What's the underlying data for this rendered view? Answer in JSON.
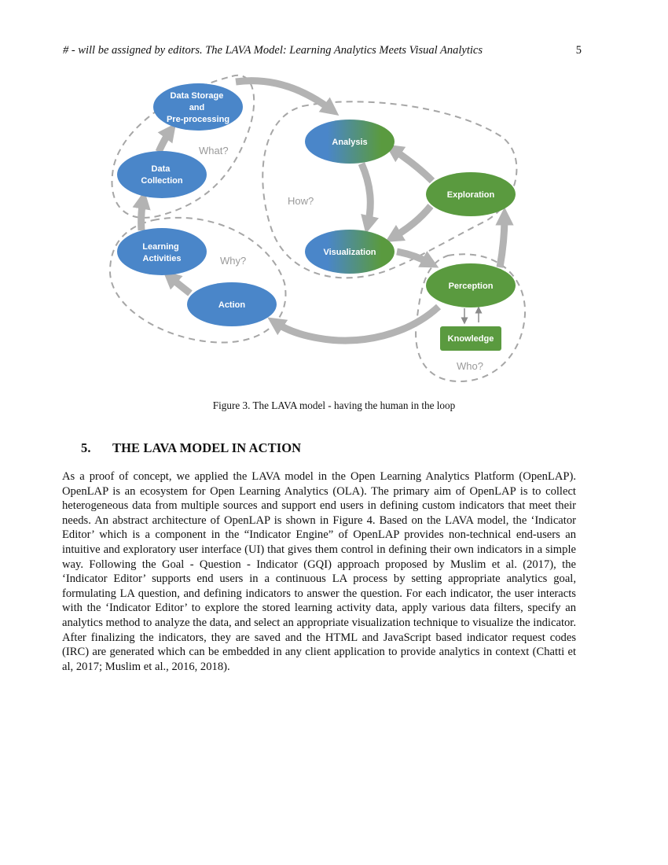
{
  "header": {
    "running_title": "# - will be assigned by editors. The LAVA Model: Learning Analytics Meets Visual Analytics",
    "page_number": "5"
  },
  "figure": {
    "nodes": {
      "data_storage": [
        "Data Storage",
        "and",
        "Pre-processing"
      ],
      "data_collection": [
        "Data",
        "Collection"
      ],
      "learning_activities": [
        "Learning",
        "Activities"
      ],
      "action": [
        "Action"
      ],
      "analysis": [
        "Analysis"
      ],
      "visualization": [
        "Visualization"
      ],
      "exploration": [
        "Exploration"
      ],
      "perception": [
        "Perception"
      ],
      "knowledge": [
        "Knowledge"
      ]
    },
    "questions": {
      "what": "What?",
      "how": "How?",
      "why": "Why?",
      "who": "Who?"
    },
    "colors": {
      "blue": "#4a86c9",
      "green": "#5a9a3f",
      "arrow": "#b3b3b3",
      "dashed": "#a6a6a6",
      "question_text": "#9a9a9a"
    },
    "caption": "Figure 3. The LAVA model - having the human in the loop"
  },
  "section": {
    "number": "5.",
    "title": "THE LAVA MODEL IN ACTION"
  },
  "body": "As a proof of concept, we applied the LAVA model in the Open Learning Analytics Platform (OpenLAP). OpenLAP is an ecosystem for Open Learning Analytics (OLA). The primary aim of OpenLAP is to collect heterogeneous data from multiple sources and support end users in defining custom indicators that meet their needs. An abstract architecture of OpenLAP is shown in Figure 4. Based on the LAVA model, the ‘Indicator Editor’ which is a component in the “Indicator Engine” of OpenLAP provides non-technical end-users an intuitive and exploratory user interface (UI) that gives them control in defining their own indicators in a simple way. Following the Goal - Question - Indicator (GQI) approach proposed by Muslim et al. (2017), the ‘Indicator Editor’ supports end users in a continuous LA process by setting appropriate analytics goal, formulating LA question, and defining indicators to answer the question. For each indicator, the user interacts with the ‘Indicator Editor’ to explore the stored learning activity data, apply various data filters, specify an analytics method to analyze the data, and select an appropriate visualization technique to visualize the indicator. After finalizing the indicators, they are saved and the HTML and JavaScript based indicator request codes (IRC) are generated which can be embedded in any client application to provide analytics in context (Chatti et al, 2017; Muslim et al., 2016, 2018)."
}
